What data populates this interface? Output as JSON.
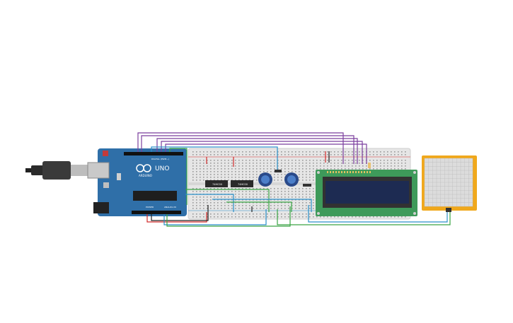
{
  "arduino": {
    "brand_label": "ARDUINO",
    "model_label": "UNO",
    "digital_label": "DIGITAL (PWM~)",
    "power_label": "POWER",
    "analog_label": "ANALOG IN"
  },
  "chips": [
    {
      "label": "74HC00"
    },
    {
      "label": "74HC00"
    }
  ],
  "colors": {
    "board": "#2f6fa8",
    "breadboard": "#e6e6e6",
    "lcd_frame": "#3e9a5a",
    "lcd_screen": "#1d2b52",
    "sensor_frame": "#f0a81c",
    "wire_purple": "#7b3f9e",
    "wire_blue": "#2a8fc9",
    "wire_green": "#3aa544",
    "wire_red": "#d22b2b",
    "wire_black": "#222222"
  }
}
